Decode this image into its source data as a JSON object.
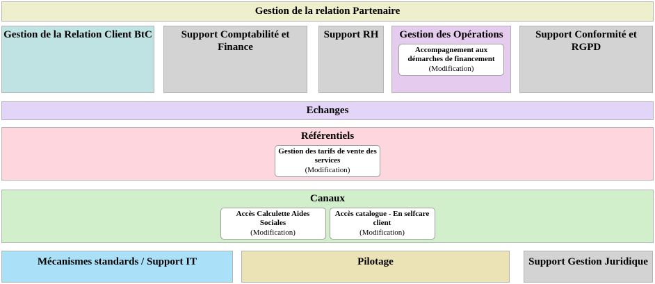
{
  "banner": {
    "title": "Gestion de la relation Partenaire"
  },
  "domains": [
    {
      "label": "Gestion de la Relation Client BtC"
    },
    {
      "label": "Support Comptabilité et Finance"
    },
    {
      "label": "Support RH"
    },
    {
      "label": "Gestion des Opérations",
      "sub": {
        "title": "Accompagnement aux démarches de financement",
        "status": "(Modification)"
      }
    },
    {
      "label": "Support Conformité et RGPD"
    }
  ],
  "rows": {
    "echanges": {
      "label": "Echanges"
    },
    "referentiels": {
      "label": "Référentiels",
      "sub": {
        "title": "Gestion des tarifs de vente des services",
        "status": "(Modification)"
      }
    },
    "canaux": {
      "label": "Canaux",
      "subs": [
        {
          "title": "Accès Calculette Aides Sociales",
          "status": "(Modification)"
        },
        {
          "title": "Accès catalogue - En selfcare client",
          "status": "(Modification)"
        }
      ]
    }
  },
  "bottom": [
    {
      "label": "Mécanismes standards / Support IT"
    },
    {
      "label": "Pilotage"
    },
    {
      "label": "Support Gestion Juridique"
    }
  ],
  "colors": {
    "banner": "#eef0cd",
    "client_btc": "#bfe3e3",
    "support_gray": "#d3d3d3",
    "operations": "#e5ccee",
    "echanges": "#e3d5f7",
    "referentiels": "#fed6de",
    "canaux": "#d2efcb",
    "support_it": "#abe1f8",
    "pilotage": "#ebe3b5",
    "block_border": "#b3b3b3",
    "subbox_border": "#9e9e9e",
    "text": "#000000"
  }
}
